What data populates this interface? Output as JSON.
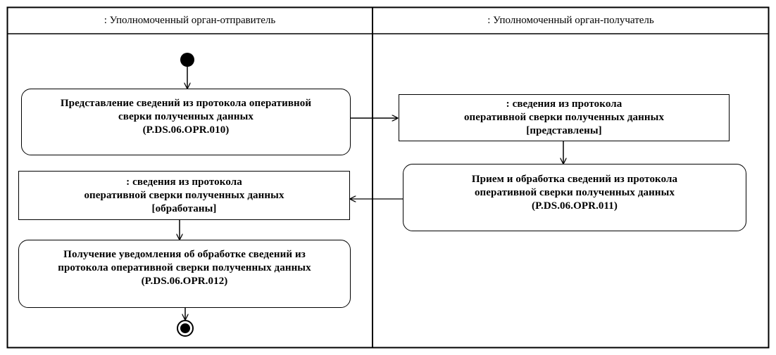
{
  "diagram": {
    "type": "UML activity diagram",
    "lanes": [
      {
        "id": "sender",
        "title": ": Уполномоченный орган-отправитель"
      },
      {
        "id": "receiver",
        "title": ": Уполномоченный орган-получатель"
      }
    ],
    "nodes": {
      "start": {
        "kind": "initial",
        "lane": "sender"
      },
      "action1": {
        "kind": "action",
        "lane": "sender",
        "lines": [
          "Представление сведений из протокола оперативной",
          "сверки полученных данных",
          "(P.DS.06.OPR.010)"
        ]
      },
      "object1": {
        "kind": "object",
        "lane": "receiver",
        "lines": [
          ": сведения из протокола",
          "оперативной сверки полученных данных",
          "[представлены]"
        ]
      },
      "action2": {
        "kind": "action",
        "lane": "receiver",
        "lines": [
          "Прием и обработка сведений из протокола",
          "оперативной сверки полученных данных",
          "(P.DS.06.OPR.011)"
        ]
      },
      "object2": {
        "kind": "object",
        "lane": "sender",
        "lines": [
          ": сведения из протокола",
          "оперативной сверки полученных данных",
          "[обработаны]"
        ]
      },
      "action3": {
        "kind": "action",
        "lane": "sender",
        "lines": [
          "Получение уведомления об обработке сведений из",
          "протокола оперативной сверки полученных данных",
          "(P.DS.06.OPR.012)"
        ]
      },
      "end": {
        "kind": "final",
        "lane": "sender"
      }
    },
    "edges": [
      {
        "from": "start",
        "to": "action1"
      },
      {
        "from": "action1",
        "to": "object1"
      },
      {
        "from": "object1",
        "to": "action2"
      },
      {
        "from": "action2",
        "to": "object2"
      },
      {
        "from": "object2",
        "to": "action3"
      },
      {
        "from": "action3",
        "to": "end"
      }
    ]
  }
}
